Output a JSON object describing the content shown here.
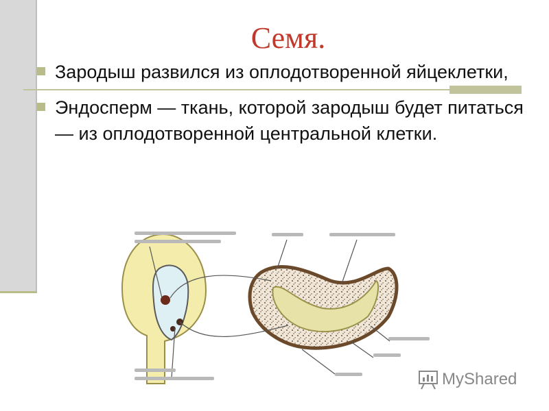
{
  "slide": {
    "title": "Семя.",
    "bullets": [
      "Зародыш развился из оплодотворенной яйцеклетки,",
      "Эндосперм — ткань, которой зародыш будет питаться — из оплодотворенной центральной клетки."
    ]
  },
  "watermark": {
    "text": "MyShared"
  },
  "colors": {
    "title": "#c0392b",
    "accent": "#b9bc8a",
    "ovule": "#f3ecaa",
    "endosperm_speckle": "#8a6a4a",
    "seed_coat": "#6b4a2c",
    "embryo": "#e6e2a8"
  }
}
